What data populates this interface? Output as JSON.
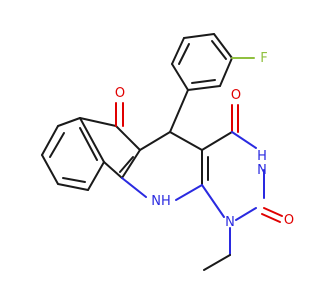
{
  "colors": {
    "background": "#ffffff",
    "bond": "#1a1a1a",
    "oxygen": "#e00000",
    "nitrogen": "#2a2ae0",
    "fluorine": "#90c040"
  },
  "atoms": {
    "ketone_oxygen": "O",
    "upper_carbonyl_oxygen": "O",
    "lower_carbonyl_oxygen": "O",
    "amide_nh": "H\nN",
    "amine_nh": "NH",
    "ethyl_nitrogen": "N",
    "fluorine": "F"
  }
}
